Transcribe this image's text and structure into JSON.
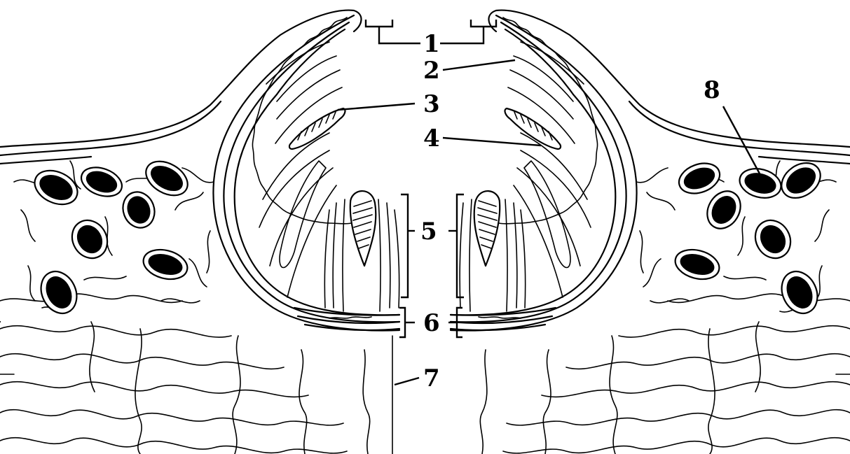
{
  "labels": {
    "l1": "1",
    "l2": "2",
    "l3": "3",
    "l4": "4",
    "l5": "5",
    "l6": "6",
    "l7": "7",
    "l8": "8"
  }
}
